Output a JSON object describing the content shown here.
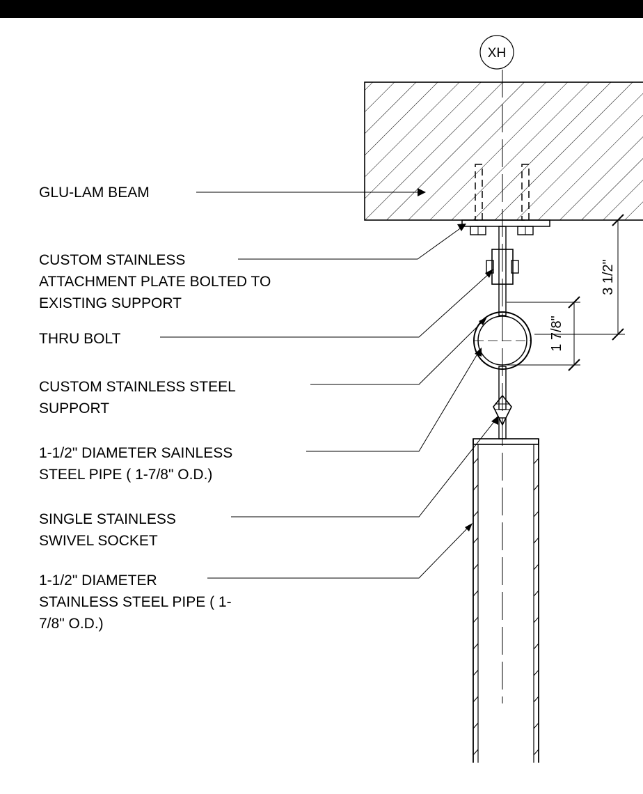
{
  "title_bar_color": "#000000",
  "grid_tag": "XH",
  "labels": {
    "beam": "GLU-LAM BEAM",
    "plate": [
      "CUSTOM STAINLESS",
      "ATTACHMENT PLATE BOLTED TO",
      "EXISTING SUPPORT"
    ],
    "thru_bolt": "THRU BOLT",
    "support": [
      "CUSTOM STAINLESS STEEL",
      "SUPPORT"
    ],
    "pipe_horizontal": [
      "1-1/2\" DIAMETER SAINLESS",
      "STEEL PIPE ( 1-7/8\" O.D.)"
    ],
    "socket": [
      "SINGLE STAINLESS",
      "SWIVEL SOCKET"
    ],
    "pipe_vertical": [
      "1-1/2\" DIAMETER",
      "STAINLESS STEEL PIPE ( 1-",
      "7/8\" O.D.)"
    ]
  },
  "dimensions": {
    "beam_to_pipe": "3 1/2\"",
    "pipe_od": "1 7/8\""
  }
}
